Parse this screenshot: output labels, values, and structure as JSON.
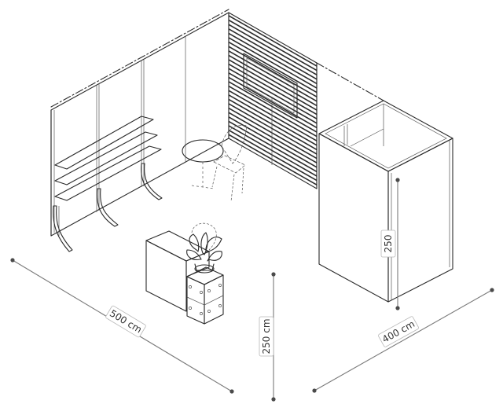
{
  "dimensions": {
    "width_label": "500 cm",
    "height_label": "250 cm",
    "depth_label": "400 cm",
    "cabin_height_label": "250"
  },
  "colors": {
    "line": "#2b2b2b",
    "dimension_line": "#7a7a7a",
    "background": "#ffffff"
  }
}
